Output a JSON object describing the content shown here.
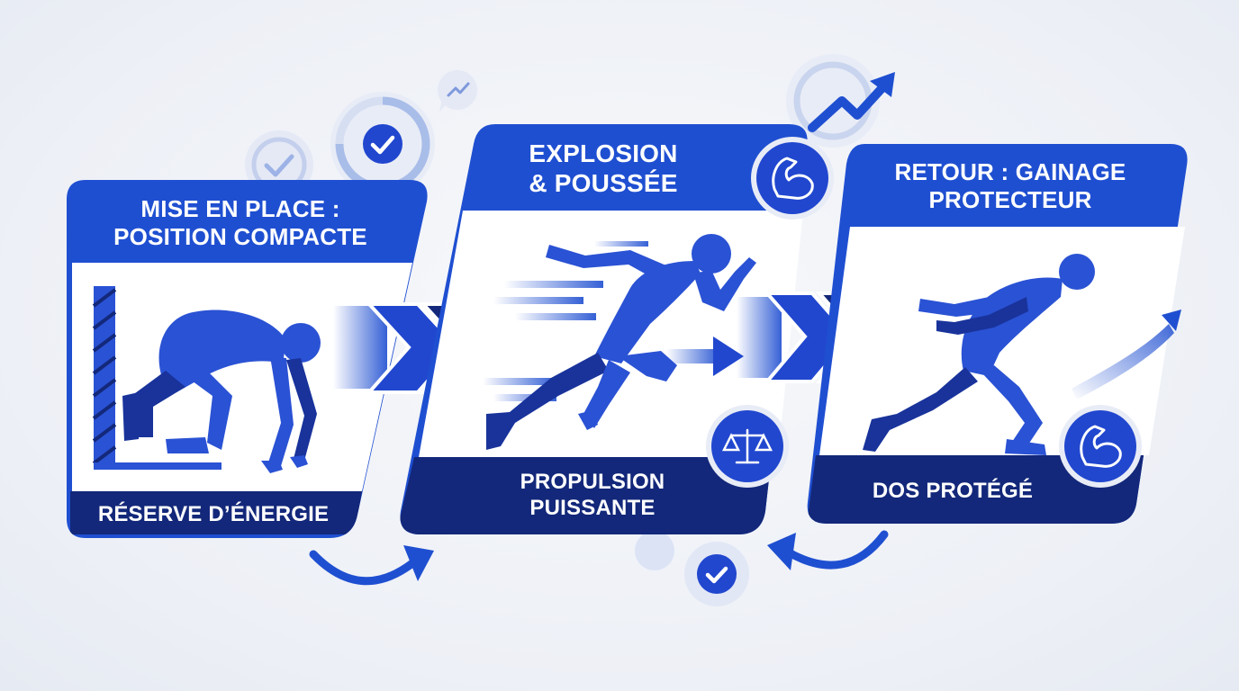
{
  "colors": {
    "primary": "#1f4fd1",
    "navy": "#13287a",
    "figure": "#2a52d4",
    "figure_dark": "#19339b",
    "card_body": "#ffffff",
    "background": "#eef1f6",
    "light_ring": "#c9d4ee"
  },
  "steps": [
    {
      "title": "MISE EN PLACE :\nPOSITION COMPACTE",
      "footer": "RÉSERVE D’ÉNERGIE"
    },
    {
      "title": "EXPLOSION\n& POUSSÉE",
      "footer": "PROPULSION\nPUISSANTE"
    },
    {
      "title": "RETOUR : GAINAGE\nPROTECTEUR",
      "footer": "DOS PROTÉGÉ"
    }
  ],
  "icons": {
    "check": "check-icon",
    "trend": "trend-up-icon",
    "muscle": "flexed-arm-icon",
    "balance": "balance-scale-icon",
    "chevrons": "double-chevron-icon",
    "cycle": "curved-arrow-icon"
  }
}
